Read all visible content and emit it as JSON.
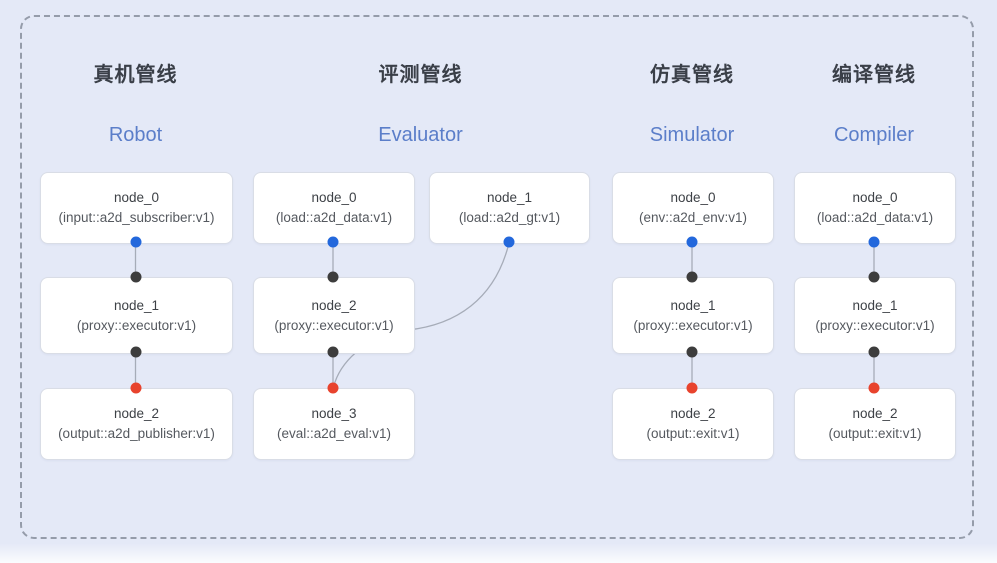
{
  "diagram": {
    "type": "pipeline-diagram",
    "pipelines": [
      {
        "title_zh": "真机管线",
        "title_en": "Robot",
        "nodes": [
          {
            "name": "node_0",
            "type": "(input::a2d_subscriber:v1)"
          },
          {
            "name": "node_1",
            "type": "(proxy::executor:v1)"
          },
          {
            "name": "node_2",
            "type": "(output::a2d_publisher:v1)"
          }
        ],
        "edges": [
          "node_0->node_1",
          "node_1->node_2"
        ]
      },
      {
        "title_zh": "评测管线",
        "title_en": "Evaluator",
        "nodes": [
          {
            "name": "node_0",
            "type": "(load::a2d_data:v1)"
          },
          {
            "name": "node_1",
            "type": "(load::a2d_gt:v1)"
          },
          {
            "name": "node_2",
            "type": "(proxy::executor:v1)"
          },
          {
            "name": "node_3",
            "type": "(eval::a2d_eval:v1)"
          }
        ],
        "edges": [
          "node_0->node_2",
          "node_2->node_3",
          "node_1->node_3"
        ]
      },
      {
        "title_zh": "仿真管线",
        "title_en": "Simulator",
        "nodes": [
          {
            "name": "node_0",
            "type": "(env::a2d_env:v1)"
          },
          {
            "name": "node_1",
            "type": "(proxy::executor:v1)"
          },
          {
            "name": "node_2",
            "type": "(output::exit:v1)"
          }
        ],
        "edges": [
          "node_0->node_1",
          "node_1->node_2"
        ]
      },
      {
        "title_zh": "编译管线",
        "title_en": "Compiler",
        "nodes": [
          {
            "name": "node_0",
            "type": "(load::a2d_data:v1)"
          },
          {
            "name": "node_1",
            "type": "(proxy::executor:v1)"
          },
          {
            "name": "node_2",
            "type": "(output::exit:v1)"
          }
        ],
        "edges": [
          "node_0->node_1",
          "node_1->node_2"
        ]
      }
    ],
    "port_colors": {
      "output_port_blue": "#2368dc",
      "input_port_black": "#3d3d3d",
      "final_input_port_red": "#e8432d"
    },
    "colors": {
      "background": "#e4e9f7",
      "dashed_border": "#959caa",
      "node_background": "#ffffff",
      "node_border": "#d9dde6",
      "edge_line": "#a6acb8",
      "title_zh_color": "#3a3f48",
      "title_en_color": "#5b7ec9"
    }
  }
}
